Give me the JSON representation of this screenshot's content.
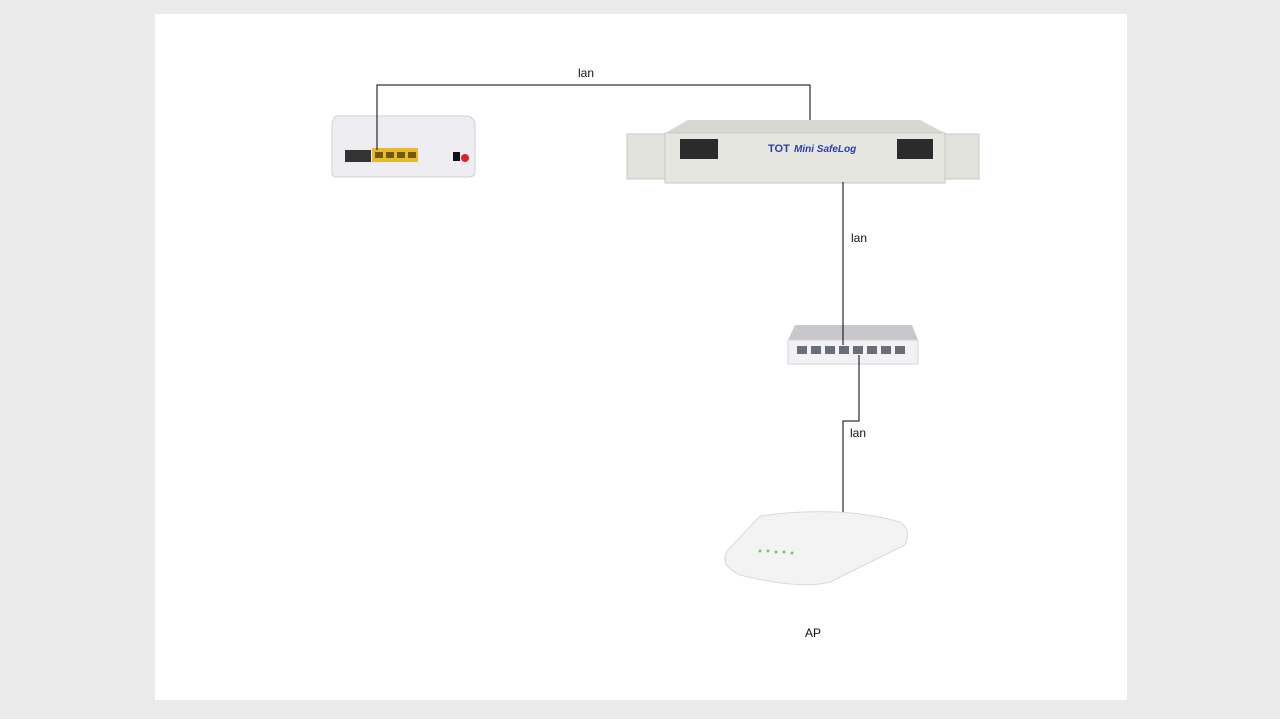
{
  "diagram": {
    "nodes": [
      {
        "id": "ont-router",
        "label": ""
      },
      {
        "id": "firewall",
        "label": "",
        "brand_text": "TOT",
        "model_text": "Mini SafeLog"
      },
      {
        "id": "switch",
        "label": ""
      },
      {
        "id": "access-point",
        "label": "AP"
      }
    ],
    "edges": [
      {
        "from": "ont-router",
        "to": "firewall",
        "label": "lan"
      },
      {
        "from": "firewall",
        "to": "switch",
        "label": "lan"
      },
      {
        "from": "switch",
        "to": "access-point",
        "label": "lan"
      }
    ]
  },
  "colors": {
    "line": "#000000",
    "device": "#e6e6e2",
    "logo": "#2a3fa8",
    "port": "#e8b92a",
    "page": "#ebebeb"
  }
}
